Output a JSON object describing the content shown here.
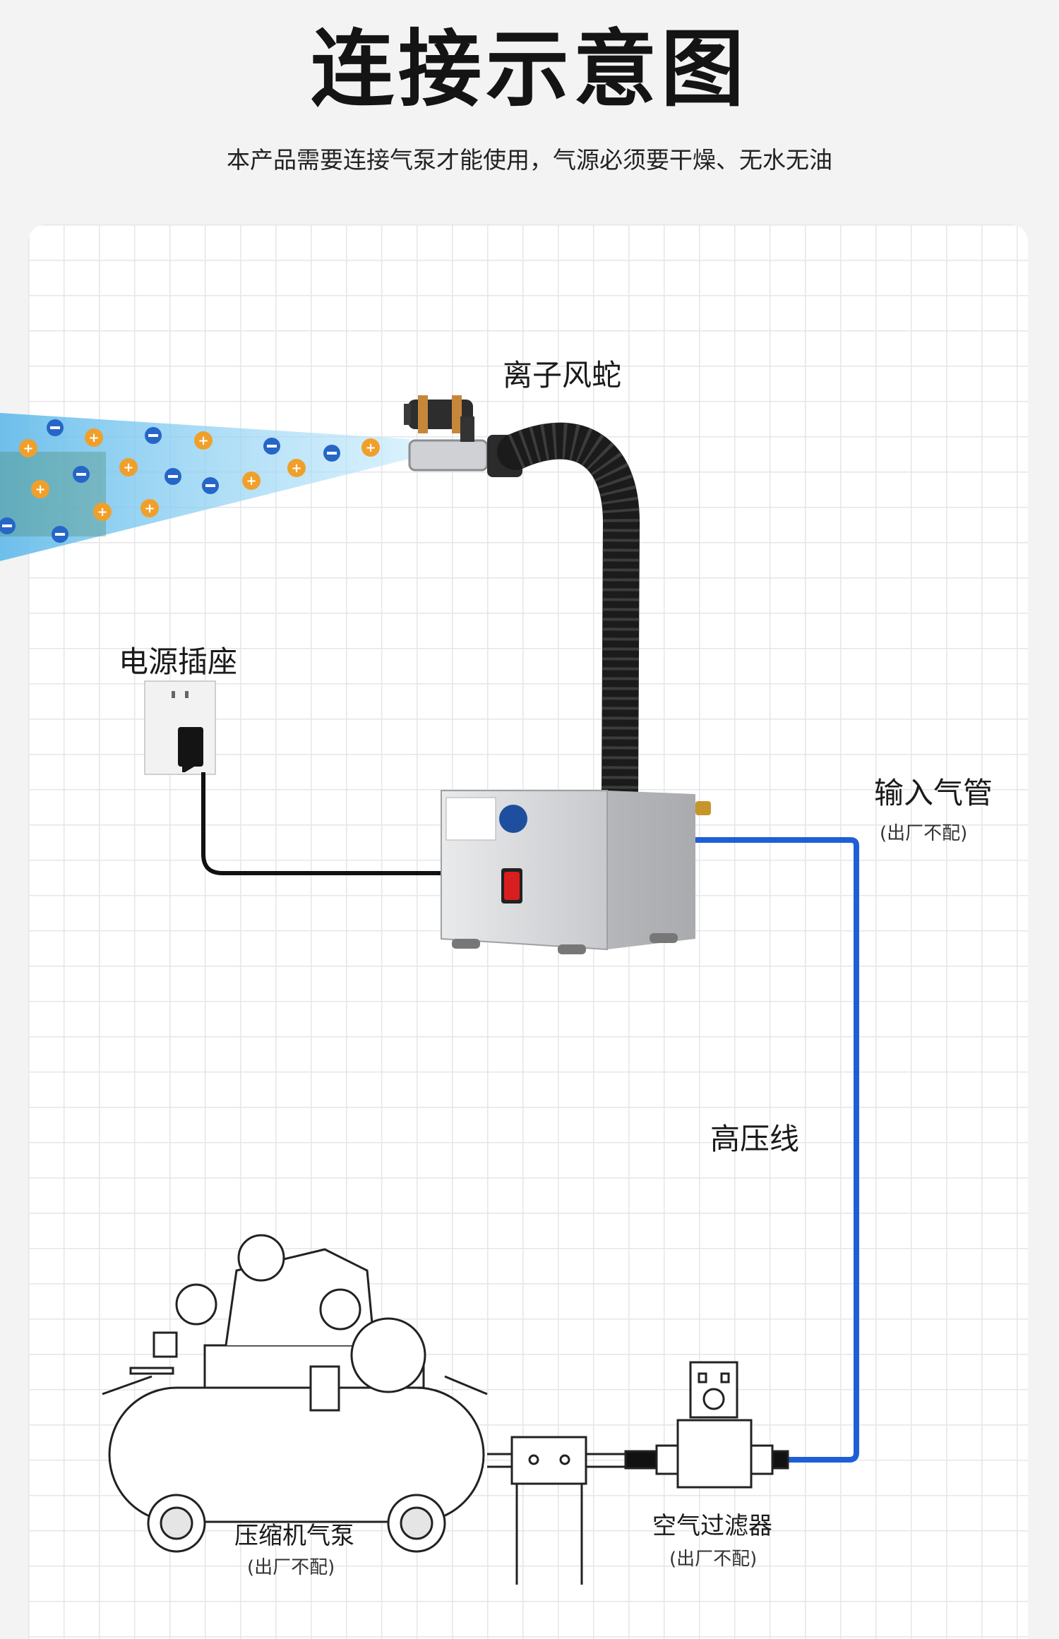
{
  "header": {
    "title": "连接示意图",
    "subtitle": "本产品需要连接气泵才能使用，气源必须要干燥、无水无油"
  },
  "labels": {
    "ion_snake": "离子风蛇",
    "power_socket": "电源插座",
    "input_air_pipe": "输入气管",
    "input_air_pipe_note": "(出厂不配)",
    "high_voltage_line": "高压线",
    "compressor": "压缩机气泵",
    "compressor_note": "(出厂不配)",
    "air_filter": "空气过滤器",
    "air_filter_note": "(出厂不配)"
  },
  "colors": {
    "air_line": "#1f5fd6",
    "power_cable": "#111111",
    "switch_red": "#d81e1e",
    "positive_ion": "#f0a02a",
    "negative_ion": "#2566c8",
    "beam": "#8fd2f4"
  }
}
